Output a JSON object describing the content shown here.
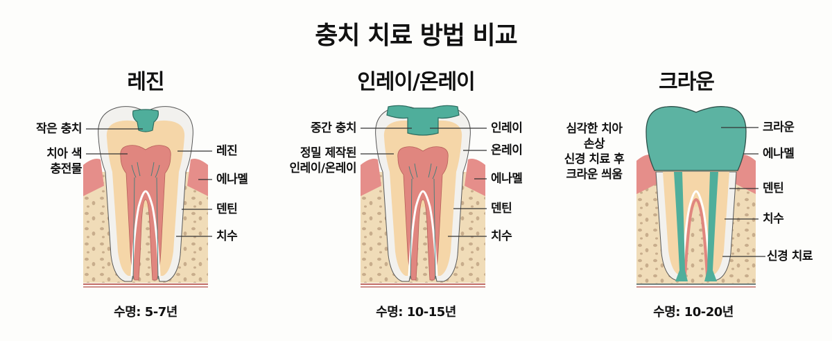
{
  "title": "충치 치료 방법 비교",
  "colors": {
    "filling": "#5cb3a2",
    "enamel": "#f2f1ee",
    "dentin": "#f5d6a8",
    "pulp": "#e0867f",
    "gum": "#e58e8a",
    "bone": "#f0dcb8",
    "bone_spots": "#c8ad8c"
  },
  "panels": [
    {
      "id": "resin",
      "title": "레진",
      "left_labels": [
        "작은 충치",
        "치아 색\n충전물"
      ],
      "left_label_lines": [
        [
          "작은 충치"
        ],
        [
          "치아 색",
          "충전물"
        ]
      ],
      "right_labels": [
        "레진",
        "에나멜",
        "덴틴",
        "치수"
      ],
      "lifespan": "수명: 5-7년"
    },
    {
      "id": "inlay-onlay",
      "title": "인레이/온레이",
      "left_label_lines": [
        [
          "중간 충치"
        ],
        [
          "정밀 제작된",
          "인레이/온레이"
        ]
      ],
      "right_labels": [
        "인레이",
        "온레이",
        "에나멜",
        "덴틴",
        "치수"
      ],
      "lifespan": "수명: 10-15년"
    },
    {
      "id": "crown",
      "title": "크라운",
      "left_label_lines": [
        [
          "심각한 치아",
          "손상",
          "신경 치료 후",
          "크라운 씌움"
        ]
      ],
      "right_labels": [
        "크라운",
        "에나멜",
        "덴틴",
        "치수",
        "신경 치료"
      ],
      "lifespan": "수명: 10-20년"
    }
  ]
}
